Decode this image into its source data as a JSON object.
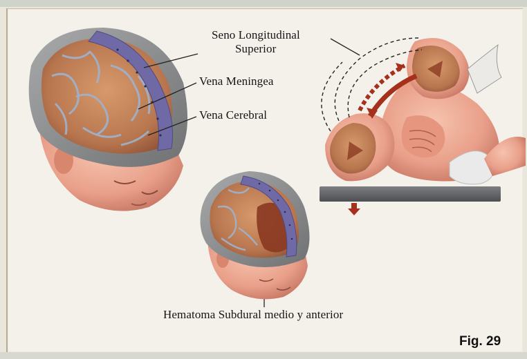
{
  "figure": {
    "labels": {
      "seno_line1": "Seno Longitudinal",
      "seno_line2": "Superior",
      "vena_meningea": "Vena Meningea",
      "vena_cerebral": "Vena Cerebral",
      "hematoma": "Hematoma Subdural medio y anterior"
    },
    "fig_number": "Fig. 29"
  },
  "colors": {
    "page": "#f4f1ea",
    "skull": "#8d8f90",
    "brain": "#b87a55",
    "veins": "#8fa7c4",
    "sinus": "#6f6aa6",
    "skin": "#e9a58c",
    "hematoma": "#8a3a22",
    "arrow": "#a5301c"
  }
}
